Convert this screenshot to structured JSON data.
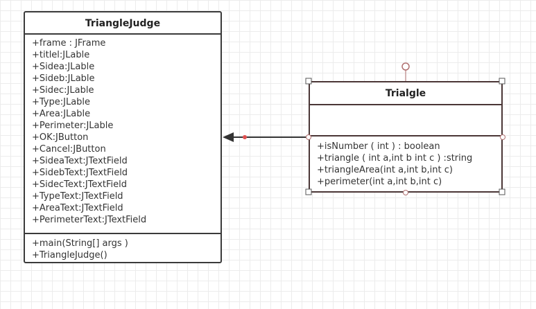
{
  "classes": {
    "triangle_judge": {
      "name": "TriangleJudge",
      "attributes": [
        "+frame : JFrame",
        "+titlel:JLable",
        "+Sidea:JLable",
        "+Sideb:JLable",
        "+Sidec:JLable",
        "+Type:JLable",
        "+Area:JLable",
        "+Perimeter:JLable",
        "+OK:JButton",
        "+Cancel:JButton",
        "+SideaText:JTextField",
        "+SidebText:JTextField",
        "+SidecText:JTextField",
        "+TypeText:JTextField",
        "+AreaText:JTextField",
        "+PerimeterText:JTextField"
      ],
      "operations": [
        "+main(String[] args )",
        "+TriangleJudge()"
      ]
    },
    "trialgle": {
      "name": "Trialgle",
      "attributes": [],
      "operations": [
        "+isNumber ( int ) : boolean",
        "+triangle ( int a,int b int c ) :string",
        "+triangleArea(int a,int b,int c)",
        "+perimeter(int a,int b,int c)"
      ]
    }
  },
  "colors": {
    "class_border": "#3a3a3a",
    "selection_border": "#4a3636",
    "selection_handle": "#b07070",
    "connector": "#333333",
    "connector_point": "#e05050",
    "grid": "#ececec"
  }
}
